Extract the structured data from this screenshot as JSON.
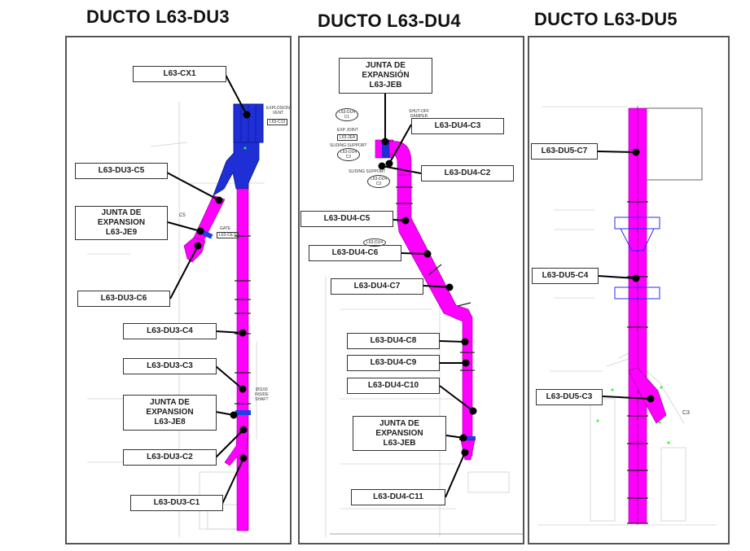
{
  "colors": {
    "duct_fill": "#ff00ff",
    "hood_fill": "#1f2fd6",
    "expansion_joint": "#1f3fe0",
    "leader": "#000000",
    "background_drawing": "#c8c8c8"
  },
  "panels": [
    {
      "title": "DUCTO L63-DU3",
      "labels": [
        {
          "id": "cx1",
          "text": "L63-CX1"
        },
        {
          "id": "c5",
          "text": "L63-DU3-C5"
        },
        {
          "id": "je9",
          "text": "JUNTA DE\nEXPANSION\nL63-JE9"
        },
        {
          "id": "c6",
          "text": "L63-DU3-C6"
        },
        {
          "id": "c4",
          "text": "L63-DU3-C4"
        },
        {
          "id": "c3",
          "text": "L63-DU3-C3"
        },
        {
          "id": "je8",
          "text": "JUNTA DE\nEXPANSION\nL63-JE8"
        },
        {
          "id": "c2",
          "text": "L63-DU3-C2"
        },
        {
          "id": "c1",
          "text": "L63-DU3-C1"
        }
      ],
      "annotations": {
        "explosion_vent": "EXPLOSION\nVENT",
        "explosion_vent_tag": "L63-C13",
        "gate": "GATE",
        "gate_tag": "L63-CE.5",
        "c5_mark": "C5",
        "diameter": "Ø1160\nINSIDE\nSHAFT"
      }
    },
    {
      "title": "DUCTO L63-DU4",
      "labels": [
        {
          "id": "jeb_top",
          "text": "JUNTA DE\nEXPANSIÓN\nL63-JEB"
        },
        {
          "id": "c3",
          "text": "L63-DU4-C3"
        },
        {
          "id": "c2",
          "text": "L63-DU4-C2"
        },
        {
          "id": "c5",
          "text": "L63-DU4-C5"
        },
        {
          "id": "c6",
          "text": "L63-DU4-C6"
        },
        {
          "id": "c7",
          "text": "L63-DU4-C7"
        },
        {
          "id": "c8",
          "text": "L63-DU4-C8"
        },
        {
          "id": "c9",
          "text": "L63-DU4-C9"
        },
        {
          "id": "c10",
          "text": "L63-DU4-C10"
        },
        {
          "id": "jeb_bottom",
          "text": "JUNTA DE\nEXPANSION\nL63-JEB"
        },
        {
          "id": "c11",
          "text": "L63-DU4-C11"
        }
      ],
      "annotations": {
        "c1_oval": "L63-DU4\nC1",
        "exp_joint": "EXP JOINT",
        "exp_joint_tag": "L63-JEA",
        "sliding_support_1": "SLIDING SUPPORT",
        "c2_oval": "L63-DU4\nC2",
        "sliding_support_2": "SLIDING SUPPORT",
        "c3_oval": "L63-DU4\nC3",
        "shutoff_damper": "SHUT-OFF\nDAMPER",
        "c6_oval": "L63-DU4"
      }
    },
    {
      "title": "DUCTO L63-DU5",
      "labels": [
        {
          "id": "c7",
          "text": "L63-DU5-C7"
        },
        {
          "id": "c4",
          "text": "L63-DU5-C4"
        },
        {
          "id": "c3",
          "text": "L63-DU5-C3"
        }
      ],
      "annotations": {
        "c3_mark": "C3"
      }
    }
  ]
}
